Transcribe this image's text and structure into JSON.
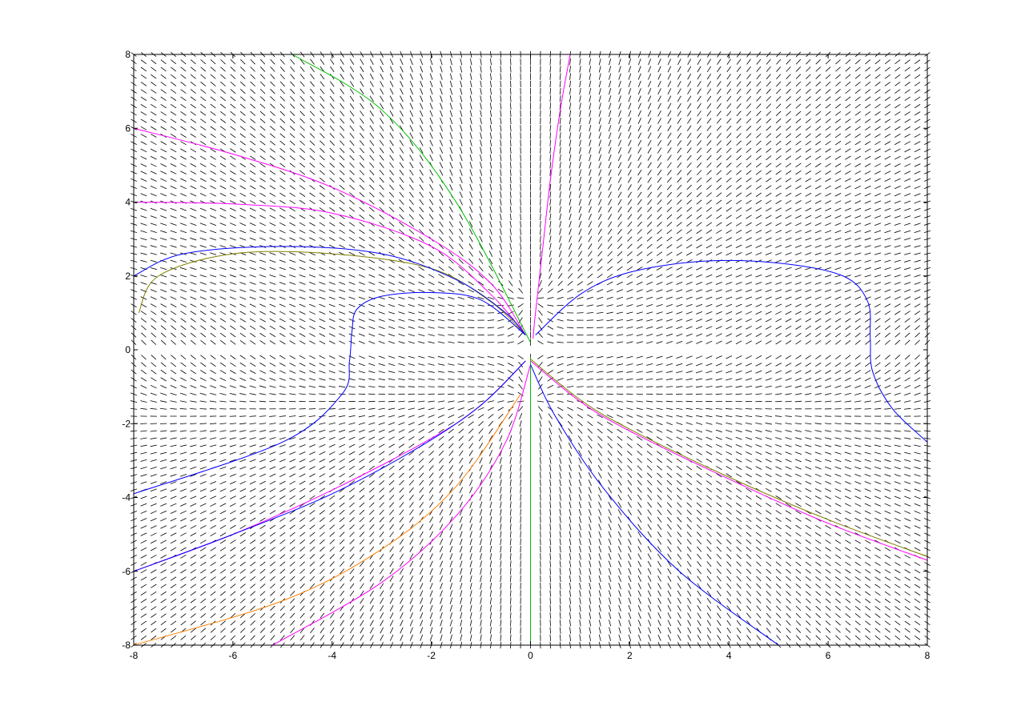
{
  "chart_data": {
    "type": "direction-field",
    "title": "",
    "xlabel": "",
    "ylabel": "",
    "xlim": [
      -8,
      8
    ],
    "ylim": [
      -8,
      8
    ],
    "xticks": [
      -8,
      -6,
      -4,
      -2,
      0,
      2,
      4,
      6,
      8
    ],
    "yticks": [
      -8,
      -6,
      -4,
      -2,
      0,
      2,
      4,
      6,
      8
    ],
    "xtick_labels": [
      "-8",
      "-6",
      "-4",
      "-2",
      "0",
      "2",
      "4",
      "6",
      "8"
    ],
    "ytick_labels": [
      "-8",
      "-6",
      "-4",
      "-2",
      "0",
      "2",
      "4",
      "6",
      "8"
    ],
    "grid": false,
    "legend": "none",
    "field": {
      "x_range": [
        -8,
        8
      ],
      "y_range": [
        -8,
        8
      ],
      "columns": 81,
      "rows": 81,
      "segment_color": "#000000",
      "segment_style": "dashes"
    },
    "trajectories": [
      {
        "color": "#ff00ff",
        "points": [
          [
            0.8,
            8
          ],
          [
            0.6,
            6.5
          ],
          [
            0.4,
            4.6
          ],
          [
            0.25,
            2.8
          ],
          [
            0.1,
            1
          ],
          [
            0.05,
            0.3
          ]
        ]
      },
      {
        "color": "#ff00ff",
        "points": [
          [
            -8,
            6
          ],
          [
            -6,
            5.3
          ],
          [
            -4,
            4.4
          ],
          [
            -2,
            3
          ],
          [
            -0.8,
            1.8
          ],
          [
            -0.1,
            0.4
          ]
        ]
      },
      {
        "color": "#ff00ff",
        "points": [
          [
            -8,
            4
          ],
          [
            -6,
            3.95
          ],
          [
            -4,
            3.7
          ],
          [
            -2,
            2.8
          ],
          [
            -0.8,
            1.5
          ],
          [
            -0.1,
            0.4
          ]
        ]
      },
      {
        "color": "#808000",
        "points": [
          [
            -7.9,
            1
          ],
          [
            -7.5,
            2
          ],
          [
            -6,
            2.6
          ],
          [
            -4,
            2.6
          ],
          [
            -2,
            2.2
          ],
          [
            -0.8,
            1.3
          ],
          [
            -0.1,
            0.4
          ]
        ]
      },
      {
        "color": "#0000ff",
        "points": [
          [
            -8,
            2
          ],
          [
            -7,
            2.6
          ],
          [
            -5,
            2.8
          ],
          [
            -3,
            2.6
          ],
          [
            -1.5,
            1.9
          ],
          [
            -0.5,
            1
          ],
          [
            -0.1,
            0.4
          ]
        ]
      },
      {
        "color": "#0000ff",
        "points": [
          [
            -0.1,
            0.4
          ],
          [
            -1,
            1.35
          ],
          [
            -2,
            1.55
          ],
          [
            -3,
            1.45
          ],
          [
            -3.5,
            1.1
          ],
          [
            -3.6,
            0.5
          ],
          [
            -3.65,
            -0.3
          ],
          [
            -3.8,
            -1.2
          ],
          [
            -5,
            -2.5
          ],
          [
            -8,
            -3.9
          ]
        ]
      },
      {
        "color": "#0000ff",
        "points": [
          [
            0.1,
            0.4
          ],
          [
            1,
            1.5
          ],
          [
            2,
            2.1
          ],
          [
            3.5,
            2.4
          ],
          [
            5,
            2.35
          ],
          [
            6.3,
            2
          ],
          [
            6.8,
            1.3
          ],
          [
            6.85,
            0.3
          ],
          [
            6.9,
            -0.6
          ],
          [
            7.3,
            -1.6
          ],
          [
            8,
            -2.5
          ]
        ]
      },
      {
        "color": "#ff00ff",
        "points": [
          [
            -0.1,
            -0.3
          ],
          [
            -1,
            -1.5
          ],
          [
            -2,
            -2.4
          ],
          [
            -4,
            -3.8
          ],
          [
            -6,
            -5
          ],
          [
            -8,
            -6
          ]
        ]
      },
      {
        "color": "#0000ff",
        "points": [
          [
            -0.1,
            -0.3
          ],
          [
            -1,
            -1.5
          ],
          [
            -2.2,
            -2.6
          ],
          [
            -4,
            -3.9
          ],
          [
            -6,
            -5
          ],
          [
            -8,
            -6
          ]
        ]
      },
      {
        "color": "#ff8000",
        "points": [
          [
            -0.2,
            -1.2
          ],
          [
            -1.5,
            -3.7
          ],
          [
            -3,
            -5.4
          ],
          [
            -5,
            -6.8
          ],
          [
            -8,
            -8
          ]
        ]
      },
      {
        "color": "#ff00ff",
        "points": [
          [
            0,
            -0.4
          ],
          [
            -0.5,
            -2.5
          ],
          [
            -1.5,
            -4.5
          ],
          [
            -3,
            -6.3
          ],
          [
            -5.2,
            -8
          ]
        ]
      },
      {
        "color": "#00c000",
        "points": [
          [
            0,
            -0.2
          ],
          [
            0,
            -8
          ]
        ]
      },
      {
        "color": "#00c000",
        "points": [
          [
            0,
            0.2
          ],
          [
            -1.5,
            4
          ],
          [
            -3,
            6.5
          ],
          [
            -4.8,
            8
          ]
        ]
      },
      {
        "color": "#0000ff",
        "points": [
          [
            0,
            -0.4
          ],
          [
            0.5,
            -1.8
          ],
          [
            1.5,
            -3.8
          ],
          [
            3,
            -6
          ],
          [
            5,
            -8
          ]
        ]
      },
      {
        "color": "#ff00ff",
        "points": [
          [
            0,
            -0.3
          ],
          [
            1,
            -1.4
          ],
          [
            2,
            -2.2
          ],
          [
            4,
            -3.5
          ],
          [
            6,
            -4.7
          ],
          [
            8,
            -5.7
          ]
        ]
      },
      {
        "color": "#808000",
        "points": [
          [
            0,
            -0.25
          ],
          [
            1,
            -1.35
          ],
          [
            2,
            -2.15
          ],
          [
            4,
            -3.45
          ],
          [
            6,
            -4.6
          ],
          [
            8,
            -5.6
          ]
        ]
      }
    ]
  }
}
